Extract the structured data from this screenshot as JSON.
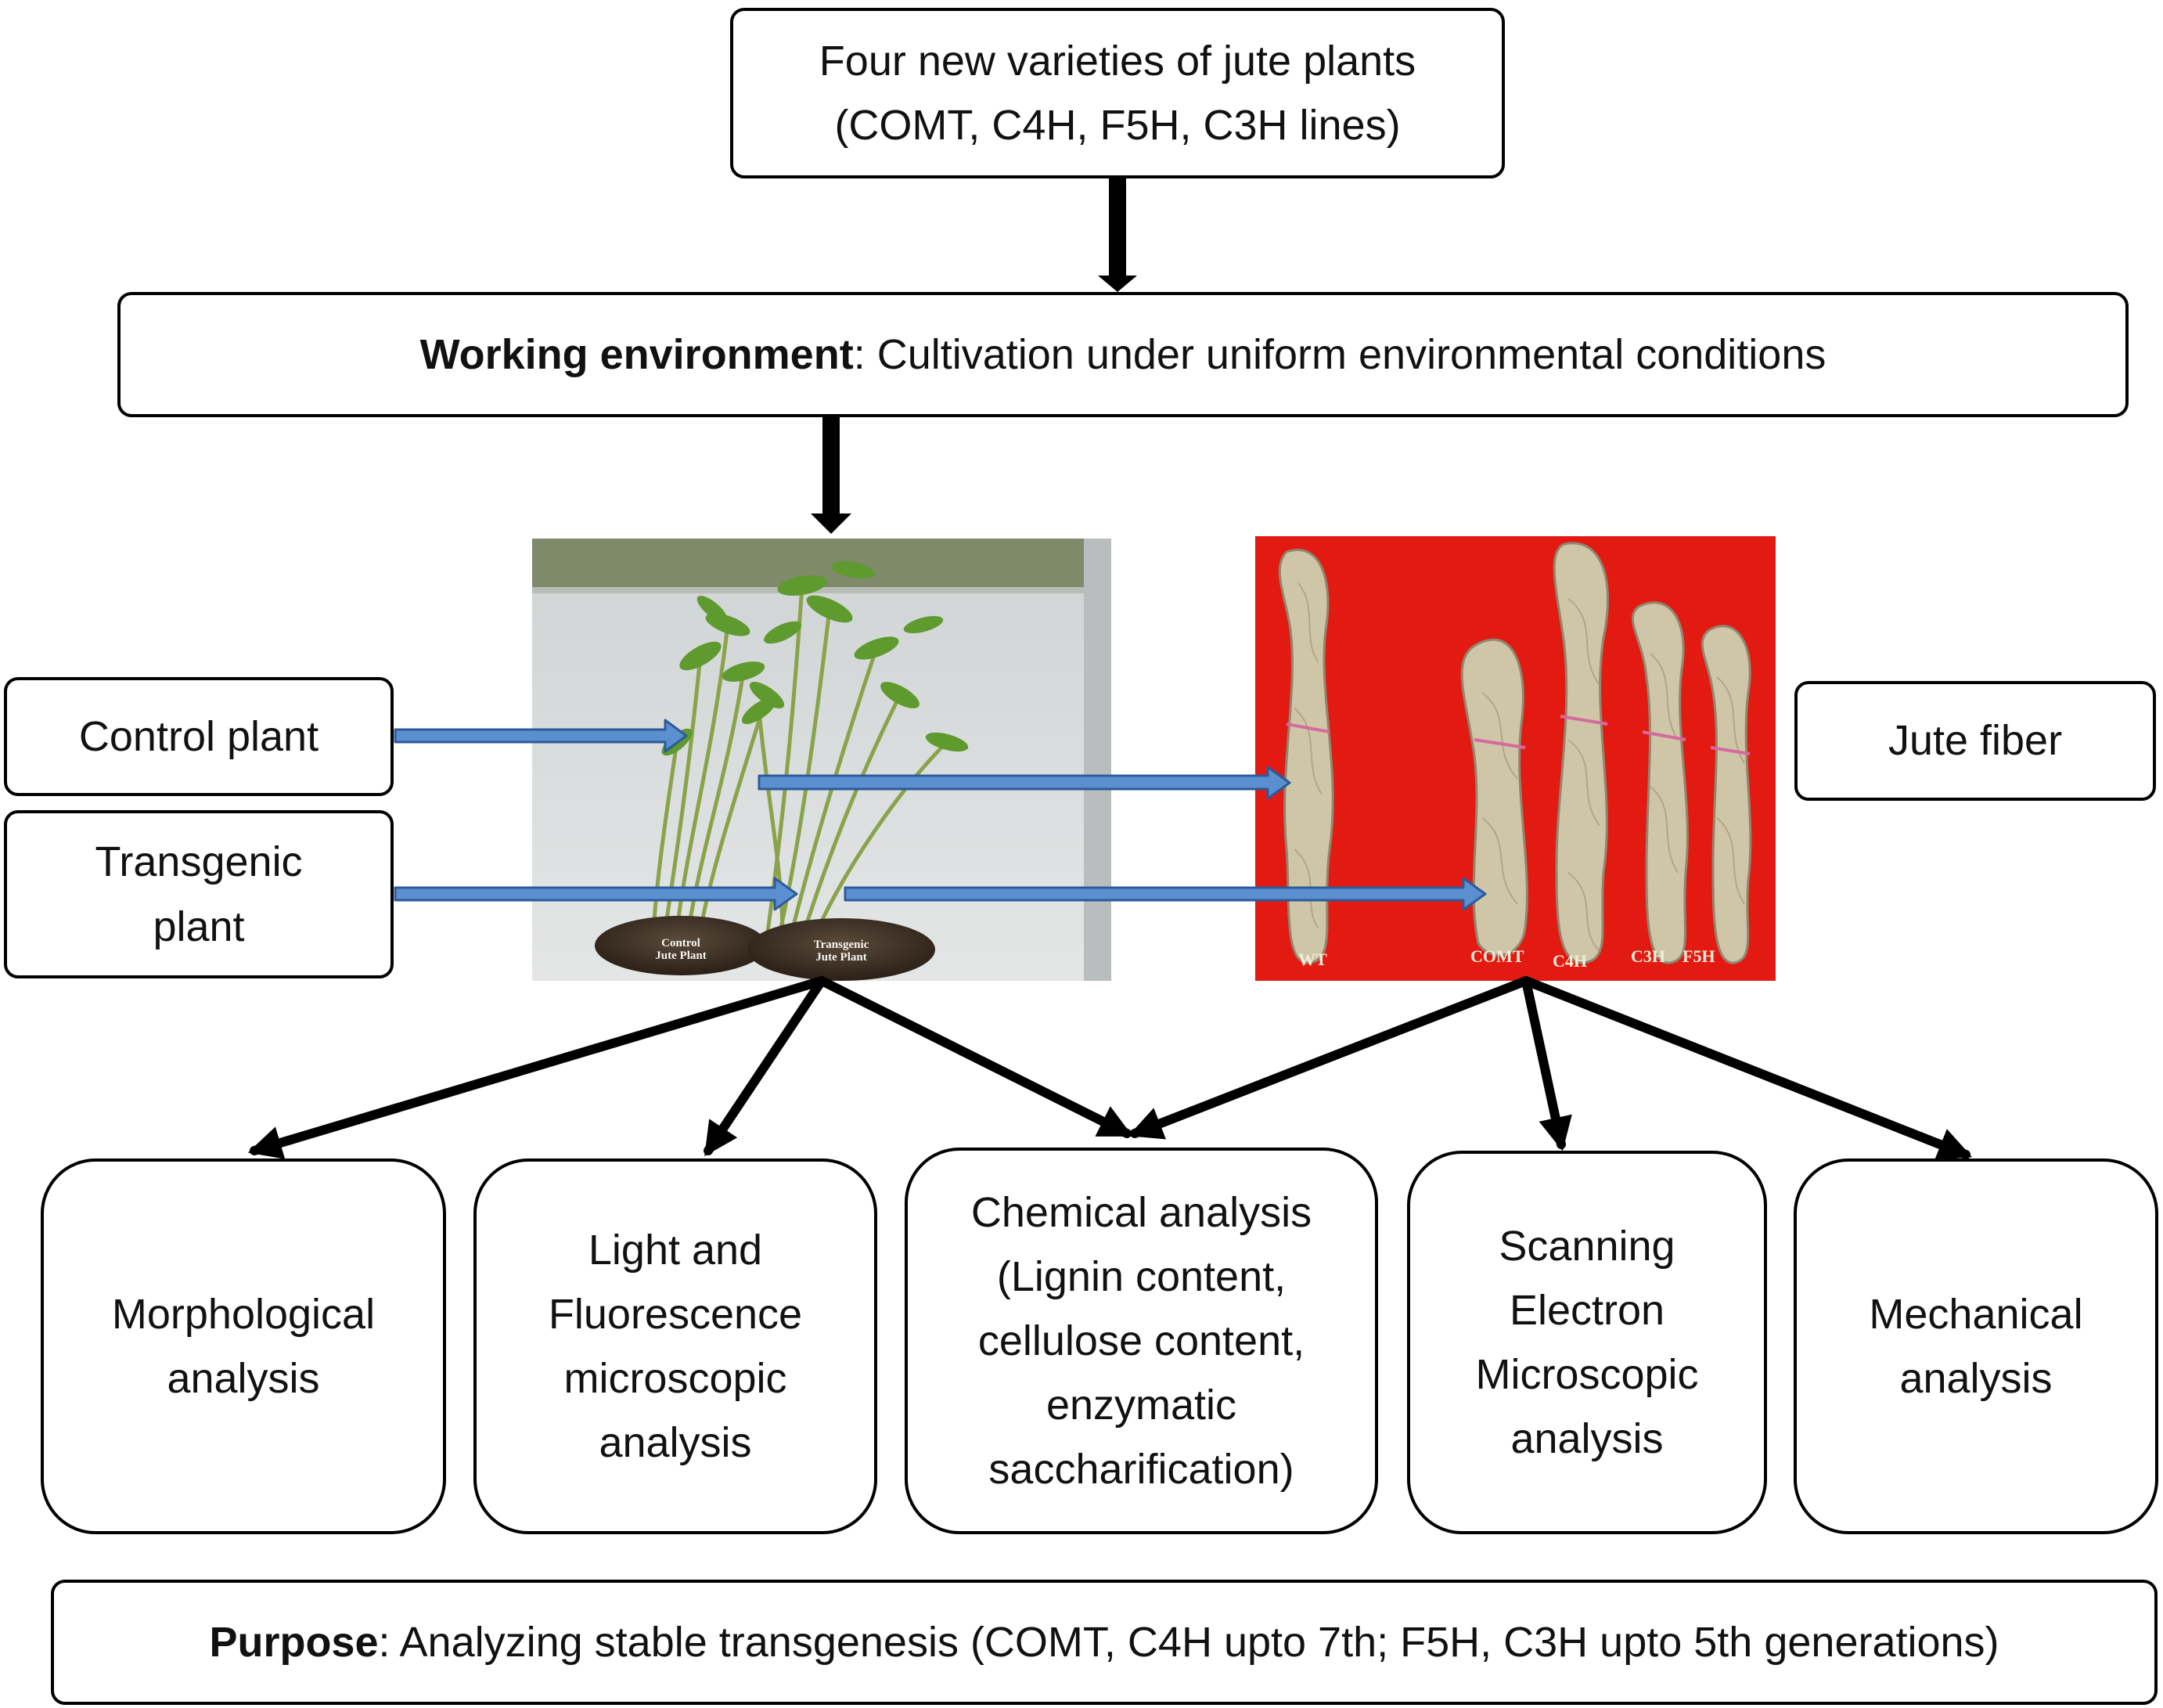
{
  "colors": {
    "border": "#000000",
    "flow_arrow": "#000000",
    "pointer_arrow_fill": "#5b8fd0",
    "pointer_arrow_stroke": "#2d5b98",
    "plant_photo_wall": "#d9dcde",
    "fiber_photo_background": "#e31a12"
  },
  "top_box": {
    "line1": "Four new varieties of jute plants",
    "line2": "(COMT, C4H, F5H, C3H lines)"
  },
  "environment_box": {
    "label": "Working environment",
    "text": ": Cultivation under uniform environmental conditions"
  },
  "side_labels": {
    "control": "Control plant",
    "transgenic_line1": "Transgenic",
    "transgenic_line2": "plant",
    "fiber": "Jute fiber"
  },
  "plant_photo": {
    "pot_left": "Control Jute Plant",
    "pot_right": "Transgenic Jute Plant"
  },
  "fiber_photo": {
    "labels": [
      "WT",
      "COMT",
      "C4H",
      "C3H",
      "F5H"
    ]
  },
  "analyses": [
    {
      "lines": [
        "Morphological",
        "analysis"
      ]
    },
    {
      "lines": [
        "Light and",
        "Fluorescence",
        "microscopic",
        "analysis"
      ]
    },
    {
      "lines": [
        "Chemical analysis",
        "(Lignin content,",
        "cellulose content,",
        "enzymatic",
        "saccharification)"
      ]
    },
    {
      "lines": [
        "Scanning",
        "Electron",
        "Microscopic",
        "analysis"
      ]
    },
    {
      "lines": [
        "Mechanical",
        "analysis"
      ]
    }
  ],
  "purpose_box": {
    "label": "Purpose",
    "text": ": Analyzing stable transgenesis (COMT, C4H upto 7th; F5H, C3H upto 5th generations)"
  }
}
